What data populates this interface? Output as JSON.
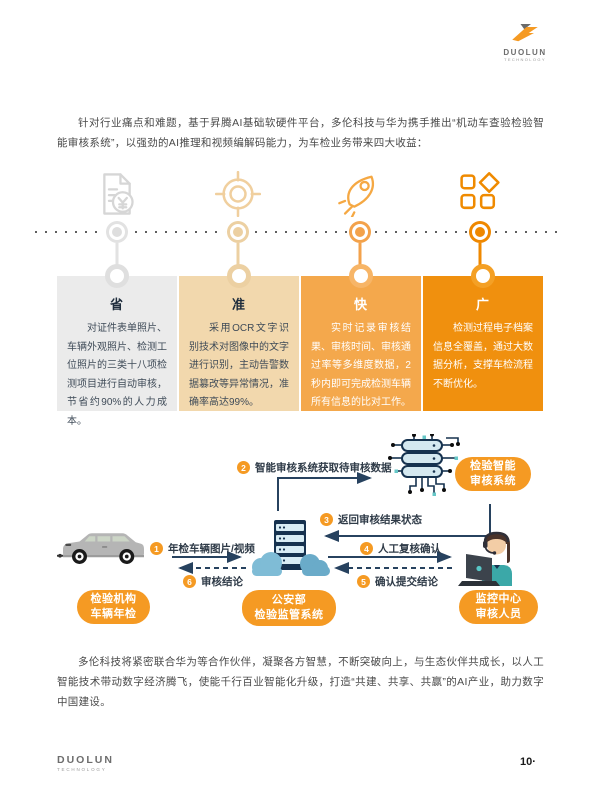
{
  "brand": {
    "name": "DUOLUN",
    "tagline": "TECHNOLOGY"
  },
  "page": {
    "number": "10·"
  },
  "intro": "针对行业痛点和难题，基于昇腾AI基础软硬件平台，多伦科技与华为携手推出“机动车查验检验智能审核系统”，以强劲的AI推理和视频编解码能力，为车检业务带来四大收益：",
  "benefits": {
    "icons": [
      {
        "name": "document-yen-icon"
      },
      {
        "name": "target-icon"
      },
      {
        "name": "rocket-icon"
      },
      {
        "name": "shapes-grid-icon"
      }
    ],
    "cards": [
      {
        "title": "省",
        "body": "对证件表单照片、车辆外观照片、检测工位照片的三类十八项检测项目进行自动审核，节省约90%的人力成本。",
        "bg": "#ebebeb"
      },
      {
        "title": "准",
        "body": "采用OCR文字识别技术对图像中的文字进行识别，主动告警数据篡改等异常情况，准确率高达99%。",
        "bg": "#f2d8ad"
      },
      {
        "title": "快",
        "body": "实时记录审核结果、审核时间、审核通过率等多维度数据，2秒内即可完成检测车辆所有信息的比对工作。",
        "bg": "#f4a84c"
      },
      {
        "title": "广",
        "body": "检测过程电子档案信息全覆盖，通过大数据分析，支撑车检流程不断优化。",
        "bg": "#f0900e"
      }
    ]
  },
  "flow": {
    "steps": [
      {
        "num": "1",
        "text": "年检车辆图片/视频"
      },
      {
        "num": "2",
        "text": "智能审核系统获取待审核数据"
      },
      {
        "num": "3",
        "text": "返回审核结果状态"
      },
      {
        "num": "4",
        "text": "人工复核确认"
      },
      {
        "num": "5",
        "text": "确认提交结论"
      },
      {
        "num": "6",
        "text": "审核结论"
      }
    ],
    "nodes": [
      {
        "line1": "检验智能",
        "line2": "审核系统",
        "icon": "ai-chip-icon"
      },
      {
        "line1": "检验机构",
        "line2": "车辆年检",
        "icon": "car-icon"
      },
      {
        "line1": "公安部",
        "line2": "检验监管系统",
        "icon": "cloud-server-icon"
      },
      {
        "line1": "监控中心",
        "line2": "审核人员",
        "icon": "operator-icon"
      }
    ]
  },
  "outro": "多伦科技将紧密联合华为等合作伙伴，凝聚各方智慧，不断突破向上，与生态伙伴共成长，以人工智能技术带动数字经济腾飞，使能千行百业智能化升级，打造“共建、共享、共赢”的AI产业，助力数字中国建设。",
  "colors": {
    "accent": "#f59a23",
    "arrow": "#27425f",
    "card_bgs": [
      "#ebebeb",
      "#f2d8ad",
      "#f4a84c",
      "#f0900e"
    ]
  }
}
